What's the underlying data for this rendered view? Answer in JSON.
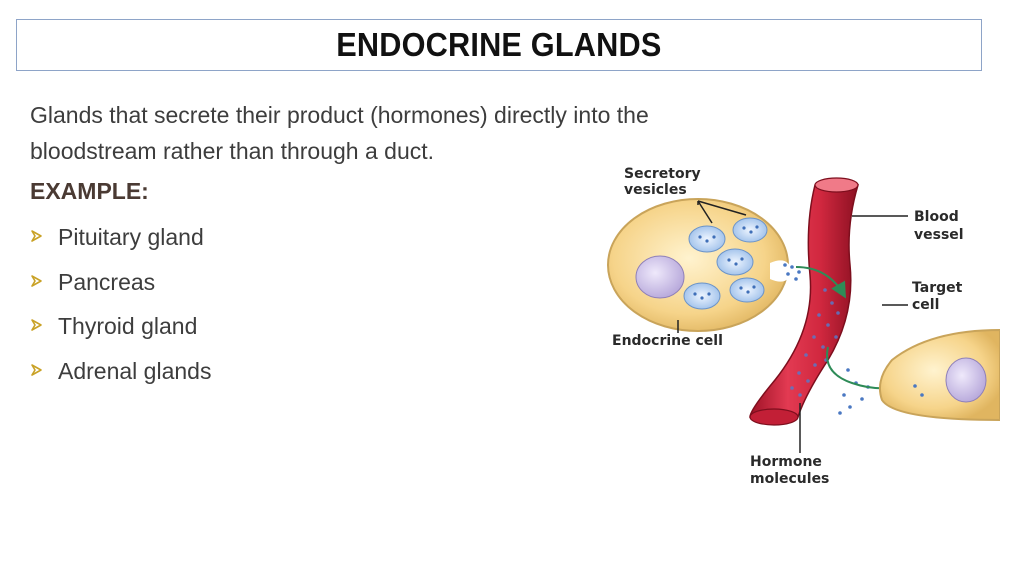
{
  "title": "ENDOCRINE GLANDS",
  "intro": "Glands that secrete their product (hormones)  directly into the bloodstream rather than through a duct.",
  "example_label": "EXAMPLE:",
  "examples": [
    "Pituitary gland",
    "Pancreas",
    "Thyroid gland",
    "Adrenal glands"
  ],
  "diagram": {
    "labels": {
      "secretory_1": "Secretory",
      "secretory_2": "vesicles",
      "blood_1": "Blood",
      "blood_2": "vessel",
      "target_1": "Target",
      "target_2": "cell",
      "endocrine": "Endocrine cell",
      "hormone_1": "Hormone",
      "hormone_2": "molecules"
    },
    "icons": [
      "bullet-arrow-icon"
    ],
    "colors": {
      "bullet": "#c9a227",
      "cell_fill": "#f6d48a",
      "cell_border": "#c9a45a",
      "nucleus": "#cbbfe6",
      "vessel": "#d1283f",
      "vessel_dark": "#a0152a",
      "arrow": "#2e8b57",
      "dots": "#3f6fb8"
    }
  }
}
